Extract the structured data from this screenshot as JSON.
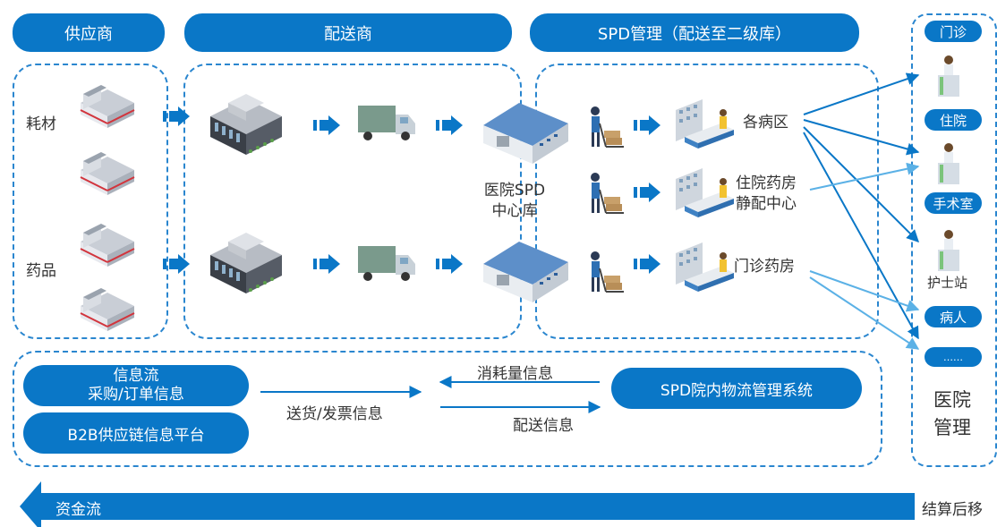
{
  "headers": {
    "supplier": "供应商",
    "distributor": "配送商",
    "spd": "SPD管理（配送至二级库）"
  },
  "supplier_items": [
    "耗材",
    "药品"
  ],
  "center": {
    "line1": "医院SPD",
    "line2": "中心库"
  },
  "destinations": {
    "ward": "各病区",
    "inpatient_line1": "住院药房",
    "inpatient_line2": "静配中心",
    "outpatient": "门诊药房"
  },
  "hospital": {
    "outpatient": "门诊",
    "inpatient": "住院",
    "surgery": "手术室",
    "nurse": "护士站",
    "patient": "病人",
    "more": "……",
    "title_line1": "医院",
    "title_line2": "管理"
  },
  "info": {
    "flow_line1": "信息流",
    "flow_line2": "采购/订单信息",
    "b2b": "B2B供应链信息平台",
    "system": "SPD院内物流管理系统",
    "consume": "消耗量信息",
    "delivery_invoice": "送货/发票信息",
    "delivery": "配送信息"
  },
  "funds": {
    "label": "资金流",
    "right": "结算后移"
  },
  "colors": {
    "primary": "#0a77c7",
    "light_arrow": "#5bb1e6",
    "dash": "#2a86cf"
  }
}
